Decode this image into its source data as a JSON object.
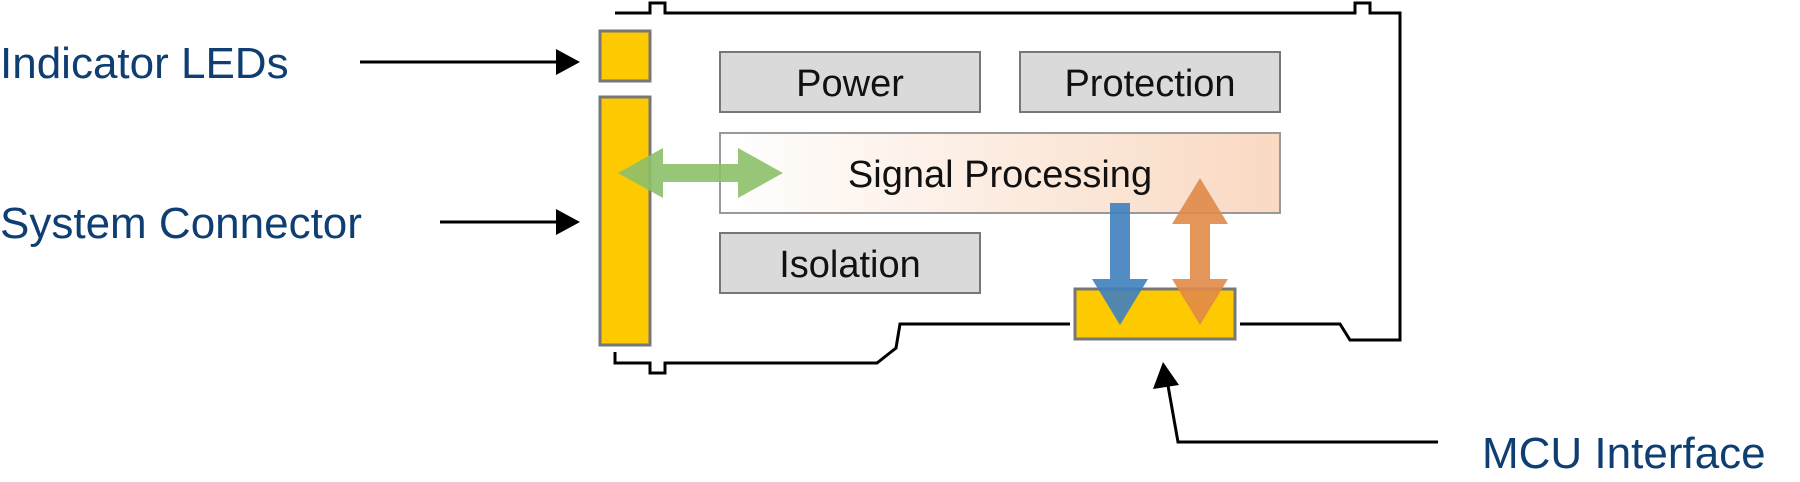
{
  "labels": {
    "indicator_leds": "Indicator LEDs",
    "system_connector": "System Connector",
    "mcu_interface": "MCU Interface"
  },
  "blocks": {
    "power": "Power",
    "protection": "Protection",
    "signal_processing": "Signal Processing",
    "isolation": "Isolation"
  },
  "colors": {
    "callout_text": "#0f3e73",
    "connector_fill": "#fdc900",
    "block_fill": "#dadada",
    "arrow_green": "#8cc06a",
    "arrow_blue": "#3e7fbf",
    "arrow_orange": "#e08a48"
  }
}
